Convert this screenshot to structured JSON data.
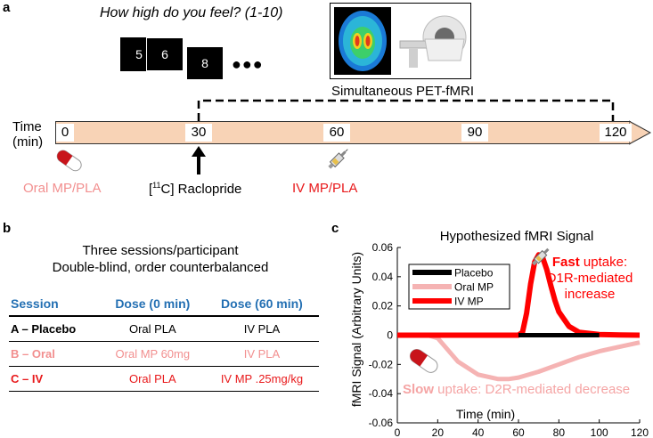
{
  "panel_a": {
    "label": "a",
    "question": "How high do you feel? (1-10)",
    "cards": [
      "5",
      "6",
      "8"
    ],
    "ellipsis": "●●●",
    "pet_fmri_label": "Simultaneous PET-fMRI",
    "time_label_line1": "Time",
    "time_label_line2": "(min)",
    "ticks": [
      "0",
      "30",
      "60",
      "90",
      "120"
    ],
    "oral_label": "Oral MP/PLA",
    "raclopride_prefix": "[",
    "raclopride_sup": "11",
    "raclopride_suffix": "C] Raclopride",
    "iv_label": "IV MP/PLA",
    "colors": {
      "oral": "#f28f8f",
      "iv": "#e8191b",
      "timeline_fill": "#f8d3b6"
    }
  },
  "panel_b": {
    "label": "b",
    "line1": "Three sessions/participant",
    "line2": "Double-blind, order counterbalanced",
    "headers": [
      "Session",
      "Dose (0 min)",
      "Dose (60 min)"
    ],
    "rows": [
      {
        "session": "A – Placebo",
        "dose0": "Oral PLA",
        "dose60": "IV PLA",
        "color": "#000000"
      },
      {
        "session": "B – Oral",
        "dose0": "Oral MP 60mg",
        "dose60": "IV PLA",
        "color": "#f28f8f"
      },
      {
        "session": "C – IV",
        "dose0": "Oral PLA",
        "dose60": "IV MP .25mg/kg",
        "color": "#e8191b"
      }
    ],
    "header_color": "#2470b3"
  },
  "panel_c": {
    "label": "c",
    "fast_bold": "Fast",
    "fast_rest": " uptake:",
    "fast_line2": "D1R-mediated",
    "fast_line3": "increase",
    "slow_bold": "Slow",
    "slow_rest": " uptake: D2R-mediated decrease"
  },
  "chart_data": {
    "type": "line",
    "title": "Hypothesized fMRI Signal",
    "xlabel": "Time (min)",
    "ylabel": "fMRI Signal (Arbitrary Units)",
    "xlim": [
      0,
      120
    ],
    "ylim": [
      -0.06,
      0.06
    ],
    "xticks": [
      "0",
      "20",
      "40",
      "60",
      "80",
      "100",
      "120"
    ],
    "yticks": [
      "-0.06",
      "-0.04",
      "-0.02",
      "0",
      "0.02",
      "0.04",
      "0.06"
    ],
    "legend_position": "top-left",
    "grid": false,
    "series": [
      {
        "name": "Placebo",
        "color": "#000000",
        "x": [
          0,
          120
        ],
        "y": [
          0,
          0
        ]
      },
      {
        "name": "Oral MP",
        "color": "#f5b3b3",
        "x": [
          0,
          15,
          20,
          30,
          40,
          50,
          55,
          60,
          70,
          80,
          90,
          100,
          110,
          120
        ],
        "y": [
          0,
          0,
          -0.002,
          -0.018,
          -0.027,
          -0.03,
          -0.03,
          -0.029,
          -0.025,
          -0.02,
          -0.015,
          -0.011,
          -0.008,
          -0.005
        ]
      },
      {
        "name": "IV MP",
        "color": "#ff0000",
        "x": [
          0,
          60,
          62,
          64,
          66,
          68,
          70,
          72,
          74,
          76,
          78,
          80,
          85,
          90,
          100,
          110,
          120
        ],
        "y": [
          0,
          0,
          0.002,
          0.015,
          0.035,
          0.05,
          0.055,
          0.053,
          0.045,
          0.034,
          0.024,
          0.016,
          0.006,
          0.002,
          0.0005,
          0.0001,
          0
        ]
      }
    ]
  }
}
